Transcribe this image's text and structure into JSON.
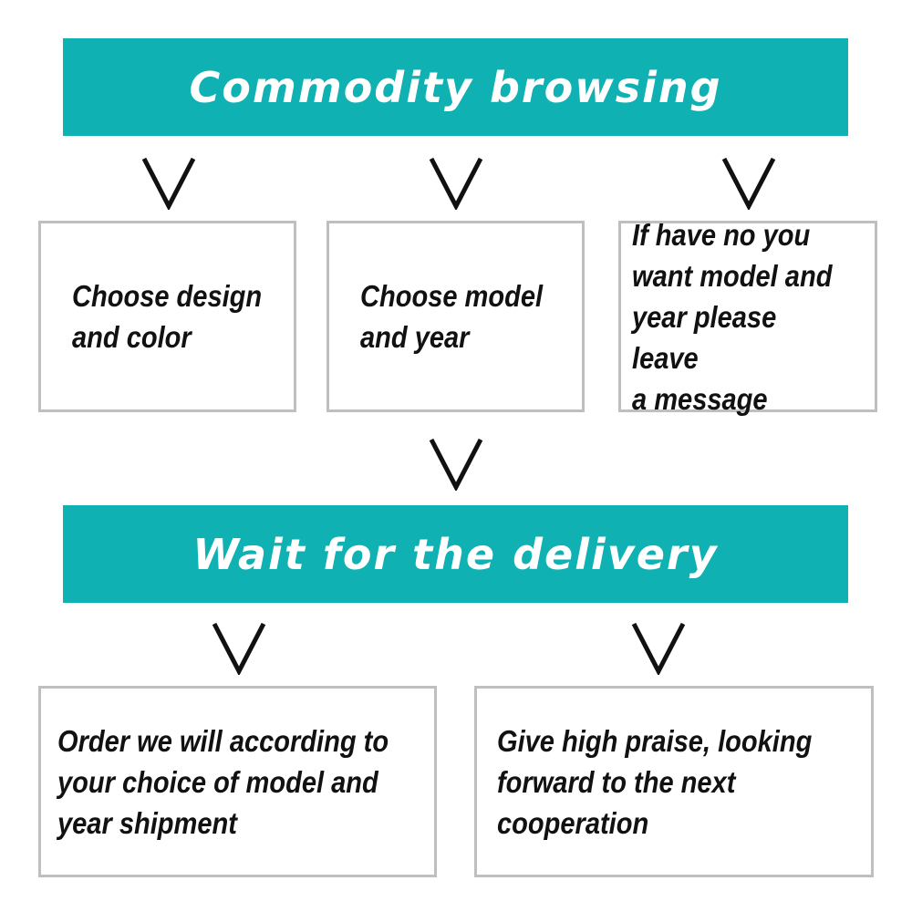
{
  "banners": {
    "top": "Commodity browsing",
    "bottom": "Wait for the delivery"
  },
  "boxes": {
    "design": "Choose design\nand color",
    "model": "Choose model\nand year",
    "message": "If have no you\nwant model and\nyear please leave\na message",
    "order": "Order we will according to\nyour choice of model and\nyear shipment",
    "praise": "Give high praise, looking\nforward to the next\ncooperation"
  },
  "colors": {
    "banner": "#0fb1b3",
    "box_border": "#bfbfbf",
    "arrow": "#111111"
  },
  "icons": {
    "arrow": "down-chevron"
  }
}
